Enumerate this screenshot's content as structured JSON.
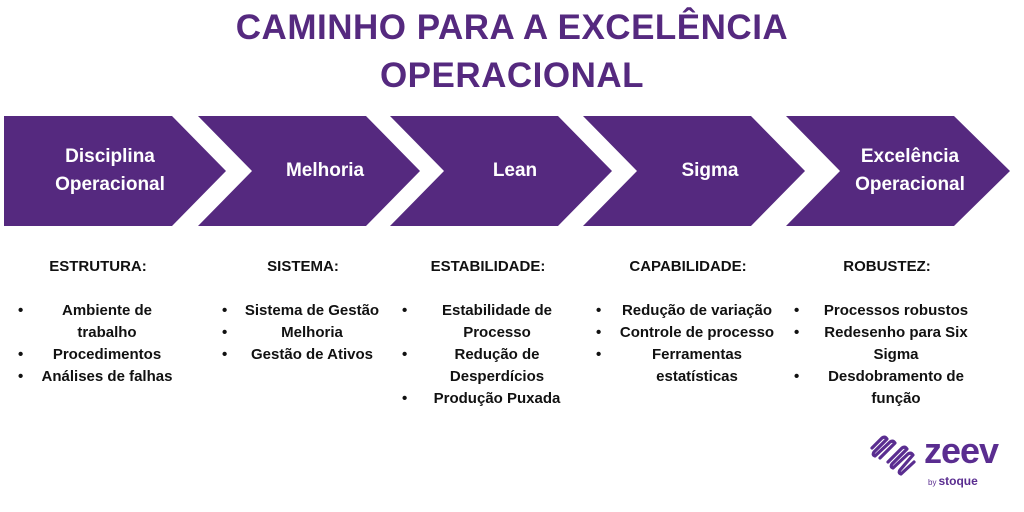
{
  "title": {
    "line1": "CAMINHO PARA A EXCELÊNCIA",
    "line2": "OPERACIONAL"
  },
  "colors": {
    "accent": "#55297f",
    "text": "#111111",
    "background": "#ffffff"
  },
  "steps": [
    {
      "label": "Disciplina Operacional"
    },
    {
      "label": "Melhoria"
    },
    {
      "label": "Lean"
    },
    {
      "label": "Sigma"
    },
    {
      "label": "Excelência Operacional"
    }
  ],
  "columns": [
    {
      "heading": "ESTRUTURA:",
      "items": [
        "Ambiente de trabalho",
        "Procedimentos",
        "Análises de falhas"
      ]
    },
    {
      "heading": "SISTEMA:",
      "items": [
        "Sistema de Gestão",
        "Melhoria",
        "Gestão de Ativos"
      ]
    },
    {
      "heading": "ESTABILIDADE:",
      "items": [
        "Estabilidade de Processo",
        "Redução de Desperdícios",
        "Produção Puxada"
      ]
    },
    {
      "heading": "CAPABILIDADE:",
      "items": [
        "Redução de variação",
        "Controle de processo",
        "Ferramentas estatísticas"
      ]
    },
    {
      "heading": "ROBUSTEZ:",
      "items": [
        "Processos robustos",
        "Redesenho para Six Sigma",
        "Desdobramento de função"
      ]
    }
  ],
  "bullet": "•",
  "logo": {
    "icon": "zeev-wave-icon",
    "word": "zeev",
    "by": "by",
    "company": "stoque"
  }
}
